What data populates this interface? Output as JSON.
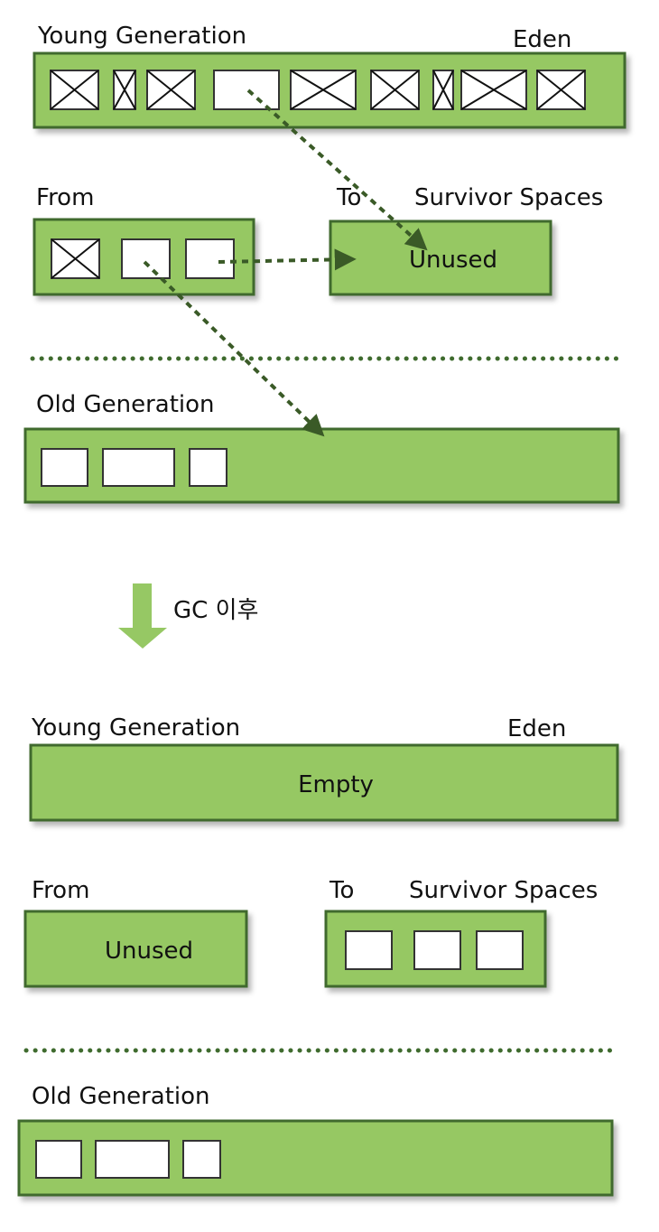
{
  "colors": {
    "region_fill": "#96c864",
    "region_stroke": "#3f6b2e",
    "arrow": "#3a5a27",
    "down_arrow": "#96c864",
    "object_fill": "#ffffff",
    "object_stroke": "#333333"
  },
  "before": {
    "young_label": "Young Generation",
    "eden_label": "Eden",
    "from_label": "From",
    "to_label": "To",
    "survivor_label": "Survivor Spaces",
    "to_text": "Unused",
    "old_label": "Old Generation"
  },
  "transition": {
    "label": "GC 이후"
  },
  "after": {
    "young_label": "Young Generation",
    "eden_label": "Eden",
    "eden_text": "Empty",
    "from_label": "From",
    "from_text": "Unused",
    "to_label": "To",
    "survivor_label": "Survivor Spaces",
    "old_label": "Old Generation"
  }
}
